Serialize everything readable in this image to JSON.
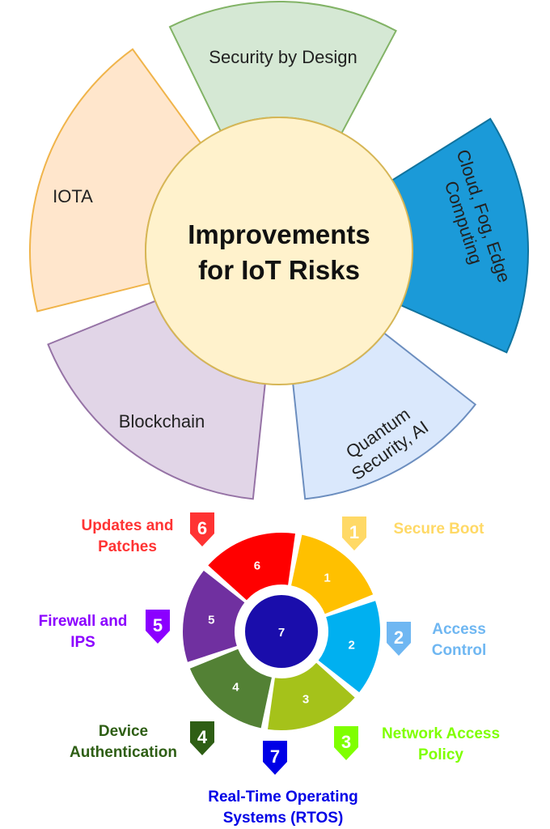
{
  "top": {
    "center_title": [
      "Improvements",
      "for IoT Risks"
    ],
    "segments": [
      {
        "label": "Security by Design",
        "fill": "#d5e8d4",
        "stroke": "#82b366"
      },
      {
        "label": "Cloud, Fog, Edge Computing",
        "fill": "#1b9ad8",
        "stroke": "#10739e"
      },
      {
        "label": "Quantum Security, AI",
        "fill": "#dae8fc",
        "stroke": "#6c8ebf"
      },
      {
        "label": "Blockchain",
        "fill": "#e1d5e7",
        "stroke": "#9673a6"
      },
      {
        "label": "IOTA",
        "fill": "#ffe6cc",
        "stroke": "#f0b44a"
      }
    ],
    "center_fill": "#fff2cc"
  },
  "wheel": {
    "steps": [
      {
        "n": "1",
        "label": "Secure Boot",
        "color": "#ffc000",
        "label_color": "#ffd966"
      },
      {
        "n": "2",
        "label": "Access Control",
        "color": "#00b0f0",
        "label_color": "#6fb7f2"
      },
      {
        "n": "3",
        "label": "Network Access Policy",
        "color": "#a5c21a",
        "label_color": "#7fff00"
      },
      {
        "n": "4",
        "label": "Device Authentication",
        "color": "#538135",
        "label_color": "#2e5e14"
      },
      {
        "n": "5",
        "label": "Firewall and IPS",
        "color": "#7030a0",
        "label_color": "#8b00ff"
      },
      {
        "n": "6",
        "label": "Updates and Patches",
        "color": "#ff0000",
        "label_color": "#ff3333"
      },
      {
        "n": "7",
        "label": "Real-Time Operating Systems (RTOS)",
        "color": "#1a0dab",
        "label_color": "#0000e6"
      }
    ]
  }
}
